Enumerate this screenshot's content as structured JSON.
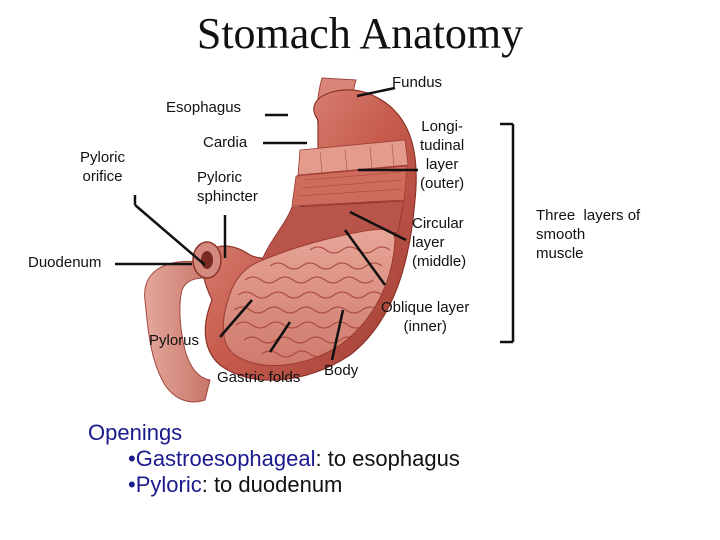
{
  "title": "Stomach Anatomy",
  "labels": {
    "fundus": "Fundus",
    "esophagus": "Esophagus",
    "cardia": "Cardia",
    "pyloric_orifice_1": "Pyloric",
    "pyloric_orifice_2": "orifice",
    "pyloric_sphincter_1": "Pyloric",
    "pyloric_sphincter_2": "sphincter",
    "duodenum": "Duodenum",
    "longitudinal_1": "Longi-",
    "longitudinal_2": "tudinal",
    "longitudinal_3": "layer",
    "longitudinal_4": "(outer)",
    "circular_1": "Circular",
    "circular_2": "layer",
    "circular_3": "(middle)",
    "oblique_1": "Oblique layer",
    "oblique_2": "(inner)",
    "pylorus": "Pylorus",
    "gastric_folds": "Gastric folds",
    "body": "Body",
    "three_layers_1": "Three  layers of",
    "three_layers_2": "smooth",
    "three_layers_3": "muscle"
  },
  "openings": {
    "heading": "Openings",
    "items": [
      {
        "bullet": "•",
        "term": "Gastroesophageal",
        "rest": ": to esophagus"
      },
      {
        "bullet": "•",
        "term": "Pyloric",
        "rest": ": to duodenum"
      }
    ]
  },
  "colors": {
    "muscle_outer": "#c2574a",
    "muscle_light": "#e0988a",
    "mucosa": "#d98a7c",
    "fold": "#a8463c",
    "duodenum": "#d88b80",
    "leader": "#111111",
    "openings_text": "#1a1a8c"
  }
}
